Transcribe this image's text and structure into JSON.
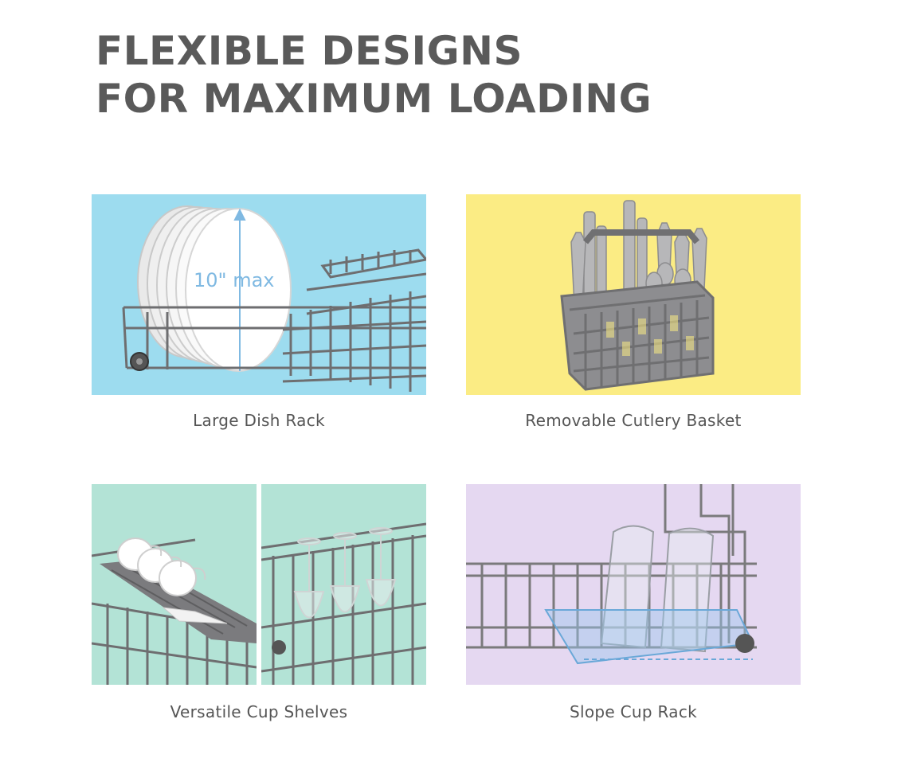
{
  "headline": {
    "line1": "FLEXIBLE DESIGNS",
    "line2": "FOR MAXIMUM LOADING"
  },
  "features": [
    {
      "caption": "Large Dish Rack",
      "annotation": "10\" max",
      "background": "#9ddcef",
      "icons": [
        "dish-rack-illustration",
        "plates-illustration",
        "height-arrow-icon"
      ]
    },
    {
      "caption": "Removable Cutlery Basket",
      "background": "#fbec84",
      "icons": [
        "cutlery-basket-illustration"
      ]
    },
    {
      "caption": "Versatile Cup Shelves",
      "background": "#b3e3d6",
      "icons": [
        "cups-illustration",
        "wine-glasses-illustration"
      ]
    },
    {
      "caption": "Slope Cup Rack",
      "background": "#e5d8f1",
      "icons": [
        "slope-rack-illustration",
        "glasses-illustration"
      ]
    }
  ],
  "colors": {
    "headline_text": "#5a5a5a",
    "caption_text": "#555555",
    "rack_gray": "#6e6e70",
    "accent_blue": "#6aa8d8"
  }
}
